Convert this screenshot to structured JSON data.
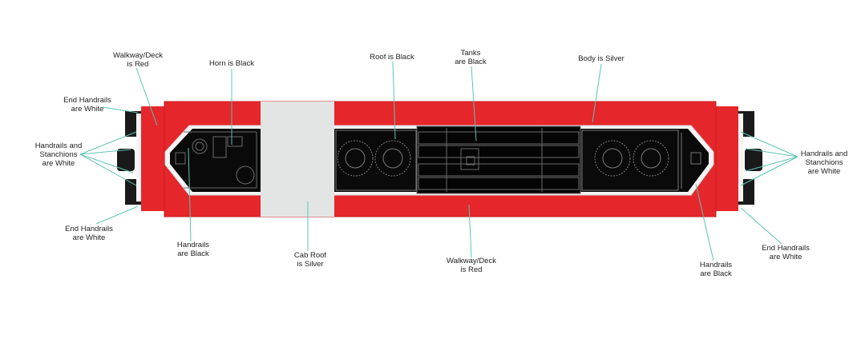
{
  "colors": {
    "walkway_red": "#e5262a",
    "roof_black": "#0a0a0a",
    "silver": "#e3e4e4",
    "leader_teal": "#5cc3b4",
    "white_rail": "#f4f4f4"
  },
  "labels": {
    "walkway_top": [
      "Walkway/Deck",
      "is Red"
    ],
    "horn": [
      "Horn is Black"
    ],
    "roof": [
      "Roof is Black"
    ],
    "tanks": [
      "Tanks",
      "are  Black"
    ],
    "body": [
      "Body is Silver"
    ],
    "end_handrails_top_left": [
      "End Handrails",
      "are White"
    ],
    "handrails_stanchions_left": [
      "Handrails and",
      "Stanchions",
      "are White"
    ],
    "end_handrails_bottom_left": [
      "End Handrails",
      "are White"
    ],
    "handrails_black_left": [
      "Handrails",
      "are Black"
    ],
    "cab_roof": [
      "Cab Roof",
      "is Silver"
    ],
    "walkway_bottom": [
      "Walkway/Deck",
      "is Red"
    ],
    "handrails_black_right": [
      "Handrails",
      "are Black"
    ],
    "handrails_stanchions_right": [
      "Handrails and",
      "Stanchions",
      "are White"
    ],
    "end_handrails_bottom_right": [
      "End Handrails",
      "are White"
    ]
  }
}
